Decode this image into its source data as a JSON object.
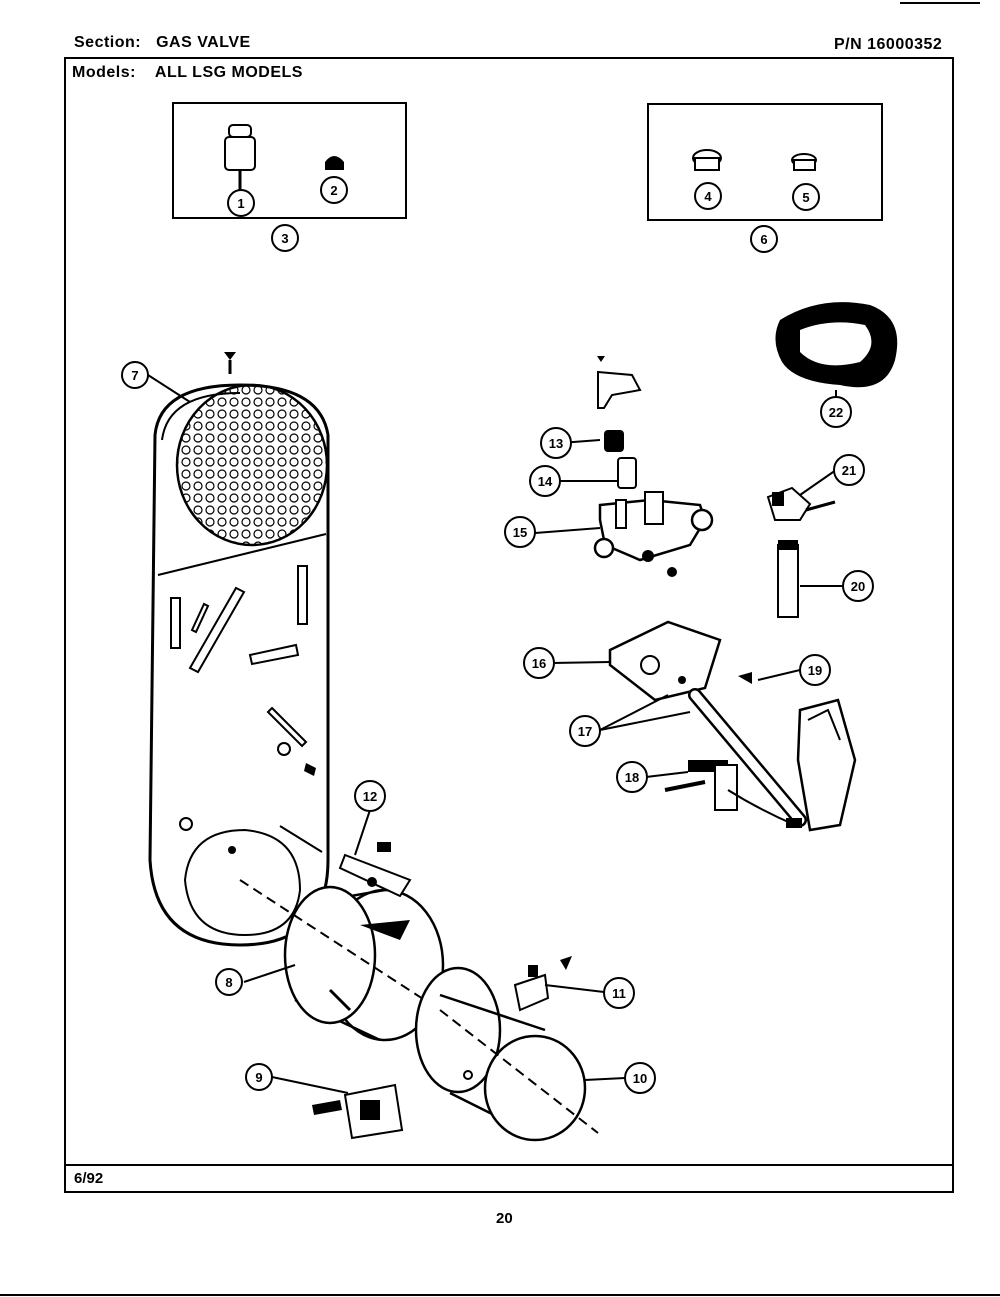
{
  "header": {
    "section_label": "Section:",
    "section_value": "GAS VALVE",
    "part_number": "P/N 16000352",
    "models_label": "Models:",
    "models_value": "ALL LSG MODELS"
  },
  "footer": {
    "date": "6/92",
    "page_number": "20"
  },
  "callouts": [
    "1",
    "2",
    "3",
    "4",
    "5",
    "6",
    "7",
    "8",
    "9",
    "10",
    "11",
    "12",
    "13",
    "14",
    "15",
    "16",
    "17",
    "18",
    "19",
    "20",
    "21",
    "22"
  ]
}
